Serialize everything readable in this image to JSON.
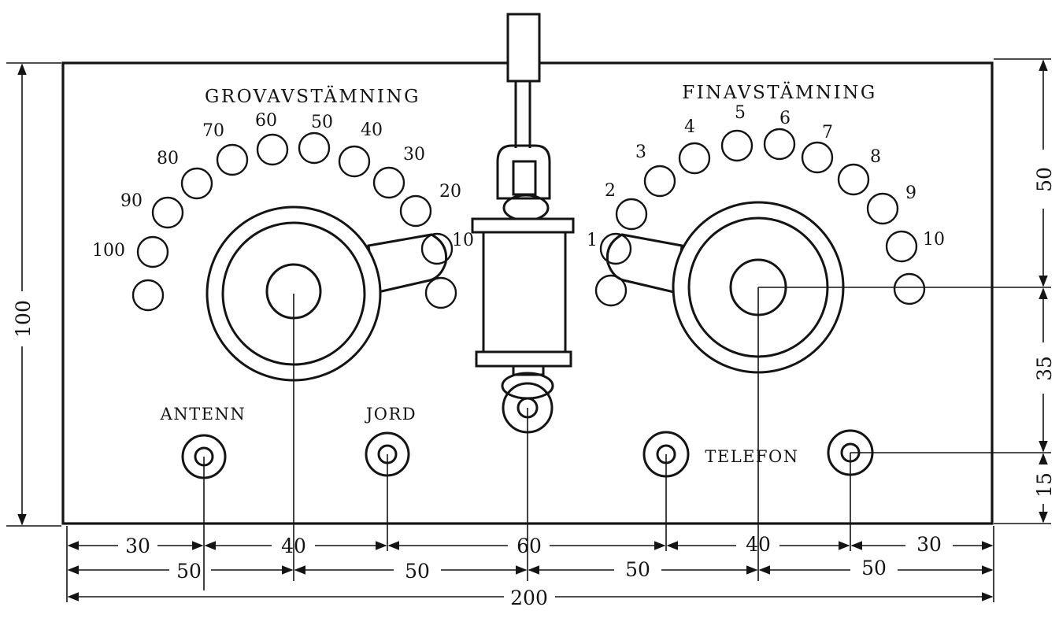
{
  "labels": {
    "coarse_tuning": "GROVAVSTÄMNING",
    "fine_tuning": "FINAVSTÄMNING",
    "antenna": "ANTENN",
    "ground": "JORD",
    "telephone": "TELEFON"
  },
  "coarse_scale": [
    "100",
    "90",
    "80",
    "70",
    "60",
    "50",
    "40",
    "30",
    "20",
    "10"
  ],
  "fine_scale": [
    "1",
    "2",
    "3",
    "4",
    "5",
    "6",
    "7",
    "8",
    "9",
    "10"
  ],
  "dimensions": {
    "bottom_row_1": [
      "30",
      "40",
      "60",
      "40",
      "30"
    ],
    "bottom_row_2": [
      "50",
      "50",
      "50",
      "50"
    ],
    "total_width": "200",
    "total_height": "100",
    "right_side": [
      "50",
      "35",
      "15"
    ]
  }
}
